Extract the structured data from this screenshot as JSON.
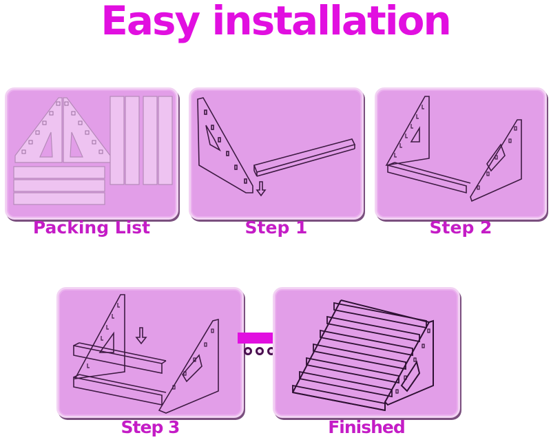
{
  "title": "Easy installation",
  "colors": {
    "title": "#e10fe0",
    "label": "#c41cc6",
    "panel_bg": "#e29ee8",
    "panel_border": "#f2d2f3",
    "arrow": "#e10fe0",
    "line_art": "#3d1a42"
  },
  "panels": [
    {
      "id": "packing-list",
      "label": "Packing List",
      "illustration": "flat-pack parts: two triangular side panels, four vertical trays, three horizontal trays"
    },
    {
      "id": "step-1",
      "label": "Step 1",
      "illustration": "side panel with tray being inserted (down arrow)"
    },
    {
      "id": "step-2",
      "label": "Step 2",
      "illustration": "two side panels joined by bottom tray"
    },
    {
      "id": "step-3",
      "label": "Step 3",
      "illustration": "second tray being inserted above the first (down arrow)"
    },
    {
      "id": "finished",
      "label": "Finished",
      "illustration": "completed 7-tier stepped acrylic rack"
    }
  ],
  "connector": {
    "icon": "right-arrow-icon",
    "dots": 3
  }
}
